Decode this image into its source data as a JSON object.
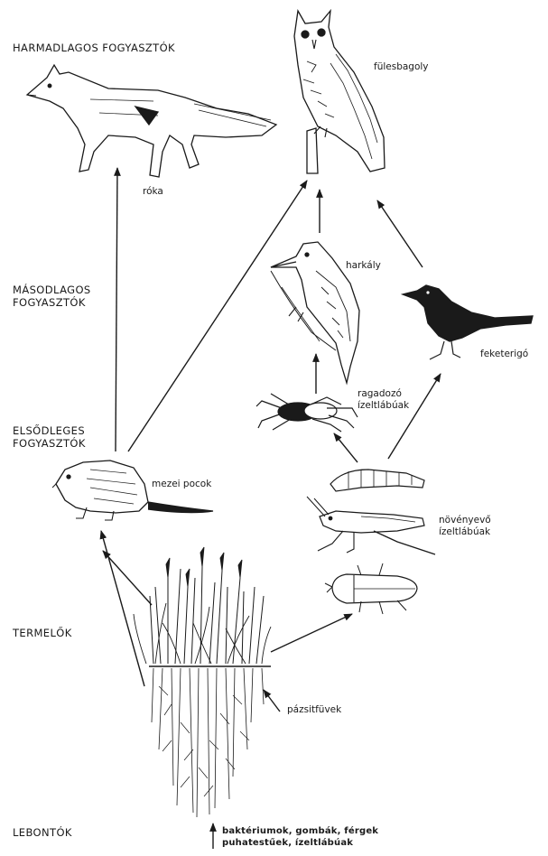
{
  "levels": {
    "tertiary": "HARMADLAGOS FOGYASZTÓK",
    "secondary_1": "MÁSODLAGOS",
    "secondary_2": "FOGYASZTÓK",
    "primary_1": "ELSŐDLEGES",
    "primary_2": "FOGYASZTÓK",
    "producers": "TERMELŐK",
    "decomposers": "LEBONTÓK"
  },
  "organisms": {
    "fox": "róka",
    "owl": "fülesbagoly",
    "woodpecker": "harkály",
    "blackbird": "feketerigó",
    "predatory_arthropods_1": "ragadozó",
    "predatory_arthropods_2": "ízeltlábúak",
    "vole": "mezei pocok",
    "herbivorous_arthropods_1": "növényevő",
    "herbivorous_arthropods_2": "ízeltlábúak",
    "grasses": "pázsitfüvek",
    "decomposers_1": "baktériumok, gombák, férgek",
    "decomposers_2": "puhatestűek, ízeltlábúak"
  },
  "colors": {
    "ink": "#1a1a1a",
    "paper": "#ffffff"
  }
}
